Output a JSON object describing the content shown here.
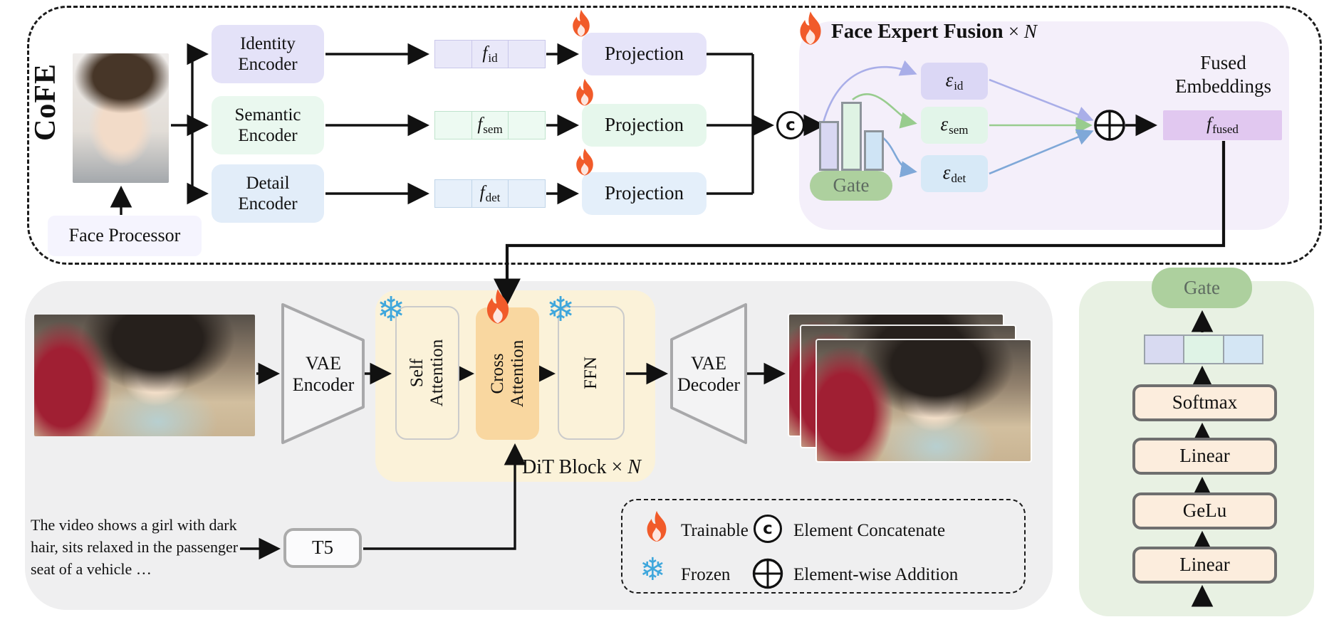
{
  "figure": {
    "label": "CoFE"
  },
  "icons": {
    "frozen_glyph": "❄"
  },
  "colors": {
    "trainable_flame": "#F15B2A",
    "frozen_snowflake": "#3FA7DC",
    "identity_tint": "#E4E2F8",
    "semantic_tint": "#EAF8EF",
    "detail_tint": "#E2EDF9",
    "fusion_panel": "#F4EFFA",
    "fused_embedding": "#E1C8F0",
    "gate_green": "#ADD09E",
    "dit_cream": "#FBF2D9",
    "cross_attention_orange": "#F9D7A0",
    "layer_peach": "#FCEDDD"
  },
  "cofe": {
    "face_processor_label": "Face Processor",
    "encoders": [
      {
        "line1": "Identity",
        "line2": "Encoder"
      },
      {
        "line1": "Semantic",
        "line2": "Encoder"
      },
      {
        "line1": "Detail",
        "line2": "Encoder"
      }
    ],
    "features": [
      {
        "sym": "f",
        "sub": "id"
      },
      {
        "sym": "f",
        "sub": "sem"
      },
      {
        "sym": "f",
        "sub": "det"
      }
    ],
    "projection_label": "Projection",
    "concat_symbol": "c",
    "fusion": {
      "title": "Face Expert Fusion",
      "times_symbol": "×",
      "times_n": "N",
      "gate_label": "Gate",
      "gate_bars_relative": [
        0.72,
        1.0,
        0.59
      ],
      "experts": [
        {
          "sym": "ε",
          "sub": "id"
        },
        {
          "sym": "ε",
          "sub": "sem"
        },
        {
          "sym": "ε",
          "sub": "det"
        }
      ]
    },
    "fused": {
      "caption_line1": "Fused",
      "caption_line2": "Embeddings",
      "sym": "f",
      "sub": "fused"
    }
  },
  "dit": {
    "vae_encoder": {
      "line1": "VAE",
      "line2": "Encoder"
    },
    "self_attention": {
      "line1": "Self",
      "line2": "Attention"
    },
    "cross_attention": {
      "line1": "Cross",
      "line2": "Attention"
    },
    "ffn_label": "FFN",
    "block_label": "DiT Block",
    "times_symbol": "×",
    "times_n": "N",
    "vae_decoder": {
      "line1": "VAE",
      "line2": "Decoder"
    },
    "t5_label": "T5",
    "prompt_lines": [
      "The video shows a girl with dark",
      "hair, sits relaxed in the passenger",
      "seat of a vehicle …"
    ]
  },
  "legend": {
    "trainable_label": "Trainable",
    "frozen_label": "Frozen",
    "concat_symbol": "c",
    "concat_label": "Element Concatenate",
    "addition_label": "Element-wise Addition"
  },
  "gate_detail": {
    "gate_label": "Gate",
    "layers": [
      "Softmax",
      "Linear",
      "GeLu",
      "Linear"
    ]
  }
}
